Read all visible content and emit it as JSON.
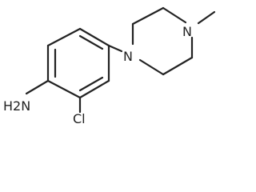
{
  "molecule": {
    "atoms": {
      "amine": "H2N",
      "chlorine": "Cl",
      "piperazine_n_aryl": "N",
      "piperazine_n_methyl": "N"
    }
  }
}
